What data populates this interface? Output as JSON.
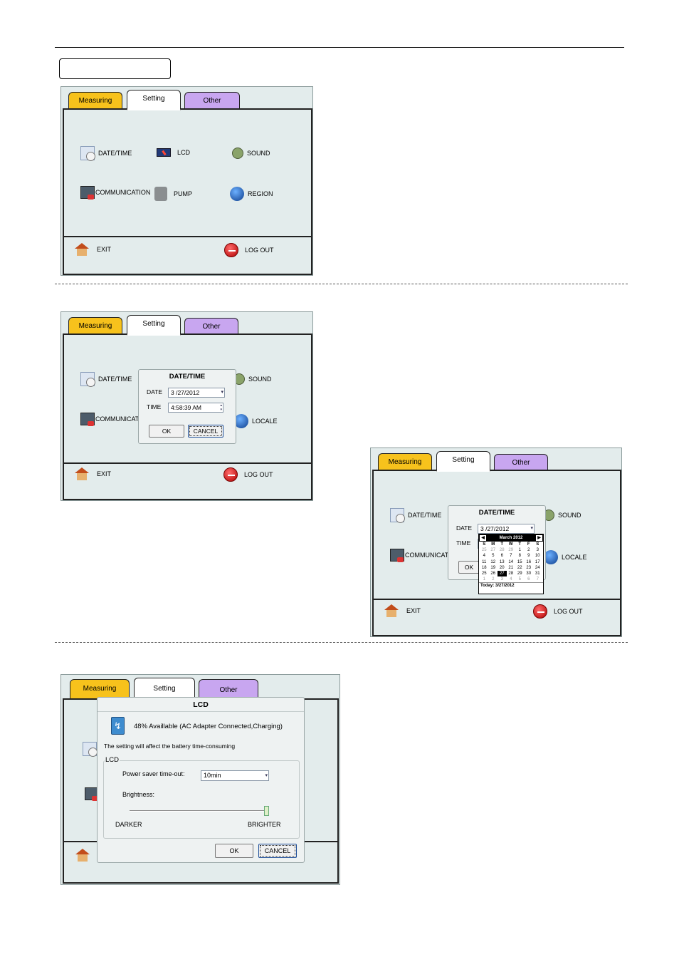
{
  "tabs": {
    "measuring": "Measuring",
    "setting": "Setting",
    "other": "Other"
  },
  "main_items": {
    "datetime": "DATE/TIME",
    "lcd": "LCD",
    "sound": "SOUND",
    "communication": "COMMUNICATION",
    "communication_cut": "COMMUNICAT",
    "pump": "PUMP",
    "region": "REGION",
    "locale": "LOCALE"
  },
  "footer": {
    "exit": "EXIT",
    "logout": "LOG OUT"
  },
  "datetime_dialog": {
    "title": "DATE/TIME",
    "date_label": "DATE",
    "date_value": "3 /27/2012",
    "time_label": "TIME",
    "time_value": "4:58:39 AM",
    "ok": "OK",
    "ok_cut": "OK",
    "cancel": "CANCEL"
  },
  "calendar": {
    "month": "March 2012",
    "weekdays": [
      "S",
      "M",
      "T",
      "W",
      "T",
      "F",
      "S"
    ],
    "weeks": [
      [
        "25",
        "27",
        "28",
        "29",
        "1",
        "2",
        "3"
      ],
      [
        "4",
        "5",
        "6",
        "7",
        "8",
        "9",
        "10"
      ],
      [
        "11",
        "12",
        "13",
        "14",
        "15",
        "16",
        "17"
      ],
      [
        "18",
        "19",
        "20",
        "21",
        "22",
        "23",
        "24"
      ],
      [
        "25",
        "26",
        "27",
        "28",
        "29",
        "30",
        "31"
      ],
      [
        "1",
        "2",
        "3",
        "4",
        "5",
        "6",
        "7"
      ]
    ],
    "selected": "27",
    "today": "Today: 3/27/2012"
  },
  "lcd_dialog": {
    "title": "LCD",
    "battery": "48% Availlable   (AC Adapter Connected,Charging)",
    "note": "The setting will affect the battery time-consuming",
    "group": "LCD",
    "saver_label": "Power saver time-out:",
    "saver_value": "10min",
    "brightness_label": "Brightness:",
    "brightness_level": 1.0,
    "darker": "DARKER",
    "brighter": "BRIGHTER",
    "ok": "OK",
    "cancel": "CANCEL"
  },
  "colors": {
    "measuring_tab": "#f7c21c",
    "other_tab": "#c8a6f0",
    "screen_bg": "#e3ecec"
  }
}
